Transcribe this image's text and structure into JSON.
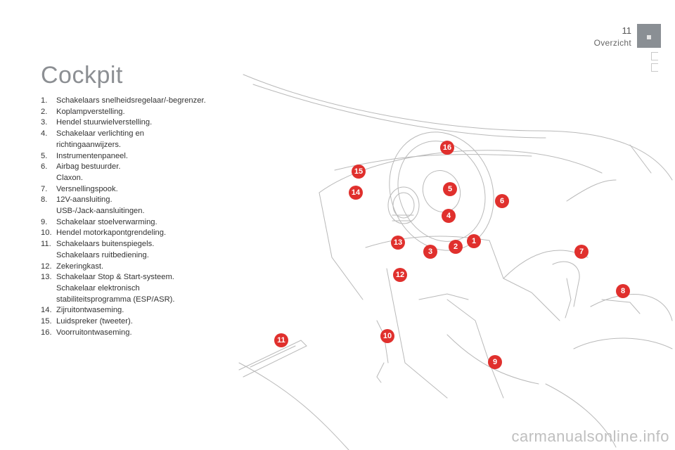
{
  "header": {
    "page_number": "11",
    "section": "Overzicht"
  },
  "title": "Cockpit",
  "legend": [
    {
      "num": "1.",
      "lines": [
        "Schakelaars snelheidsregelaar/-begrenzer."
      ]
    },
    {
      "num": "2.",
      "lines": [
        "Koplampverstelling."
      ]
    },
    {
      "num": "3.",
      "lines": [
        "Hendel stuurwielverstelling."
      ]
    },
    {
      "num": "4.",
      "lines": [
        "Schakelaar verlichting en",
        "richtingaanwijzers."
      ]
    },
    {
      "num": "5.",
      "lines": [
        "Instrumentenpaneel."
      ]
    },
    {
      "num": "6.",
      "lines": [
        "Airbag bestuurder.",
        "Claxon."
      ]
    },
    {
      "num": "7.",
      "lines": [
        "Versnellingspook."
      ]
    },
    {
      "num": "8.",
      "lines": [
        "12V-aansluiting.",
        "USB-/Jack-aansluitingen."
      ]
    },
    {
      "num": "9.",
      "lines": [
        "Schakelaar stoelverwarming."
      ]
    },
    {
      "num": "10.",
      "lines": [
        "Hendel motorkapontgrendeling."
      ]
    },
    {
      "num": "11.",
      "lines": [
        "Schakelaars buitenspiegels.",
        "Schakelaars ruitbediening."
      ]
    },
    {
      "num": "12.",
      "lines": [
        "Zekeringkast."
      ]
    },
    {
      "num": "13.",
      "lines": [
        "Schakelaar Stop & Start-systeem.",
        "Schakelaar elektronisch",
        "stabiliteitsprogramma (ESP/ASR)."
      ]
    },
    {
      "num": "14.",
      "lines": [
        "Zijruitontwaseming."
      ]
    },
    {
      "num": "15.",
      "lines": [
        "Luidspreker (tweeter)."
      ]
    },
    {
      "num": "16.",
      "lines": [
        "Voorruitontwaseming."
      ]
    }
  ],
  "callouts": [
    "1",
    "2",
    "3",
    "4",
    "5",
    "6",
    "7",
    "8",
    "9",
    "10",
    "11",
    "12",
    "13",
    "14",
    "15",
    "16"
  ],
  "colors": {
    "callout": "#e0302d",
    "title": "#8c8f93",
    "tab": "#8a8f94"
  },
  "watermark": "carmanualsonline.info"
}
